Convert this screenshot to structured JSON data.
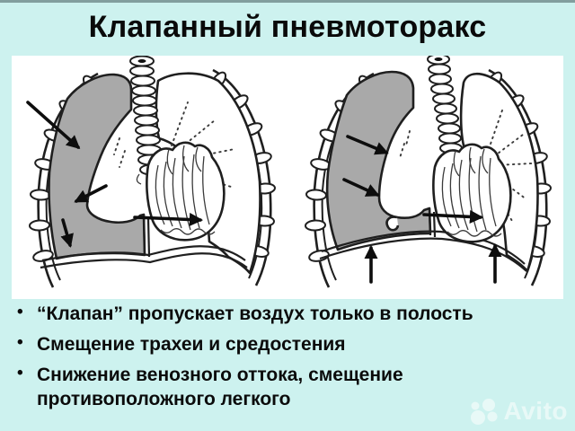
{
  "slide": {
    "title": "Клапанный пневмоторакс",
    "bullet_marker": "•",
    "bullets": [
      "“Клапан” пропускает воздух только в полость",
      "Смещение трахеи и средостения",
      "Снижение венозного оттока, смещение противоположного легкого"
    ]
  },
  "watermark": {
    "label": "Avito"
  },
  "colors": {
    "background": "#cdf2ef",
    "panel_background": "#ffffff",
    "title_text": "#0a0a0a",
    "pneumothorax_fill": "#a9a9a9",
    "outline": "#1f1f1f",
    "watermark_text": "#ffffff"
  }
}
